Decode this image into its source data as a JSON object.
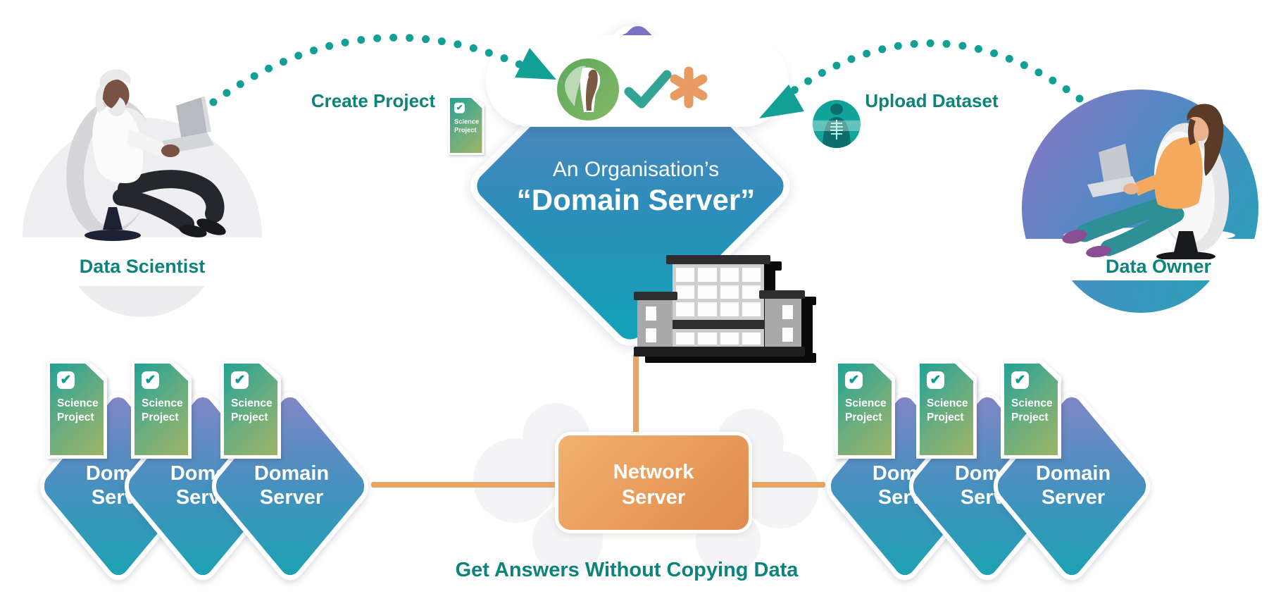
{
  "actors": {
    "scientist": {
      "label": "Data Scientist"
    },
    "owner": {
      "label": "Data Owner"
    }
  },
  "flows": {
    "create_project": {
      "label": "Create Project"
    },
    "upload_dataset": {
      "label": "Upload Dataset"
    }
  },
  "central": {
    "line1": "An Organisation’s",
    "line2": "“Domain Server”"
  },
  "network": {
    "line1": "Network",
    "line2": "Server"
  },
  "domain_server": {
    "line1": "Domain",
    "line2": "Server"
  },
  "science_project": {
    "line1": "Science",
    "line2": "Project",
    "check_glyph": "✔"
  },
  "caption": {
    "text": "Get Answers Without Copying Data"
  },
  "icons": {
    "avatar": "user-avatar-icon",
    "check": "checkmark-icon",
    "asterisk": "asterisk-icon",
    "xray": "xray-dataset-icon",
    "building": "organisation-building-icon",
    "document": "science-project-document-icon"
  },
  "colors": {
    "teal_text": "#0e837a",
    "dot_teal": "#12a096",
    "orange_line": "#eaa566",
    "diamond_top": "#6a80c2",
    "diamond_bottom": "#10a3b8",
    "network_orange": "#e08a4b",
    "doc_teal": "#22a295",
    "doc_olive": "#9cb465",
    "purple_accent": "#7a73c3"
  }
}
